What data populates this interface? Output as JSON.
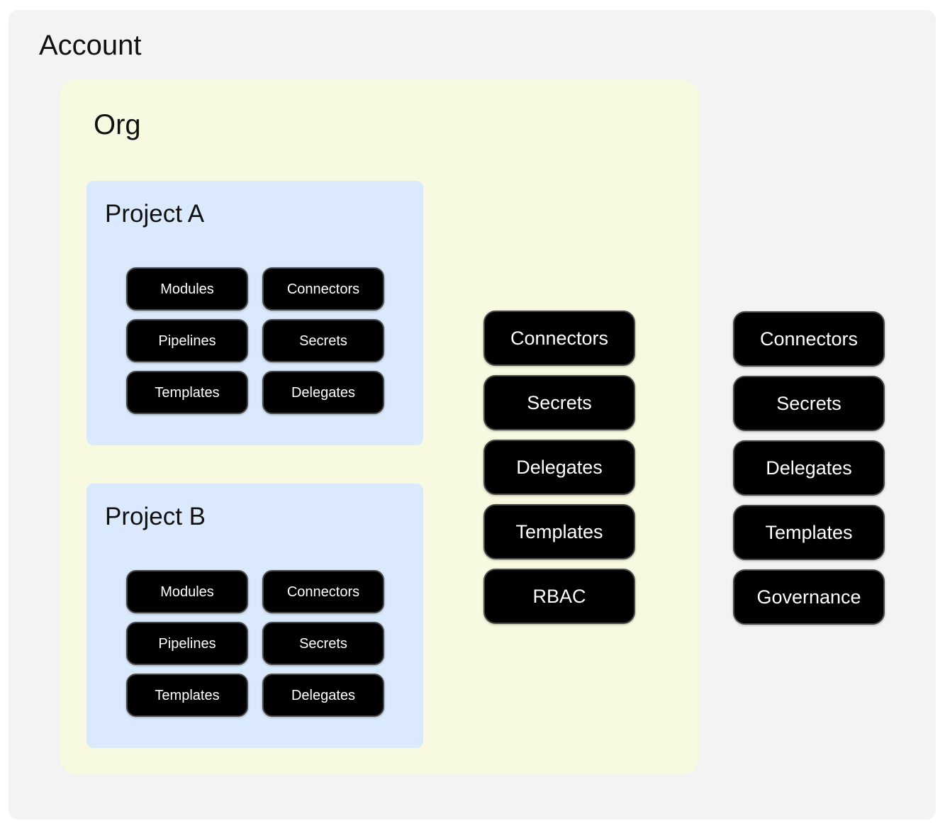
{
  "account": {
    "label": "Account",
    "resources": [
      "Connectors",
      "Secrets",
      "Delegates",
      "Templates",
      "Governance"
    ],
    "org": {
      "label": "Org",
      "resources": [
        "Connectors",
        "Secrets",
        "Delegates",
        "Templates",
        "RBAC"
      ],
      "projects": [
        {
          "label": "Project A",
          "resources": [
            "Modules",
            "Connectors",
            "Pipelines",
            "Secrets",
            "Templates",
            "Delegates"
          ]
        },
        {
          "label": "Project B",
          "resources": [
            "Modules",
            "Connectors",
            "Pipelines",
            "Secrets",
            "Templates",
            "Delegates"
          ]
        }
      ]
    }
  },
  "colors": {
    "page_bg": "#ffffff",
    "account_bg": "#f3f3f4",
    "org_bg": "#f7f9e0",
    "project_bg": "#daeafc",
    "node_bg": "#000000",
    "node_border": "#484848",
    "node_text": "#ffffff",
    "title_text": "#111111"
  }
}
